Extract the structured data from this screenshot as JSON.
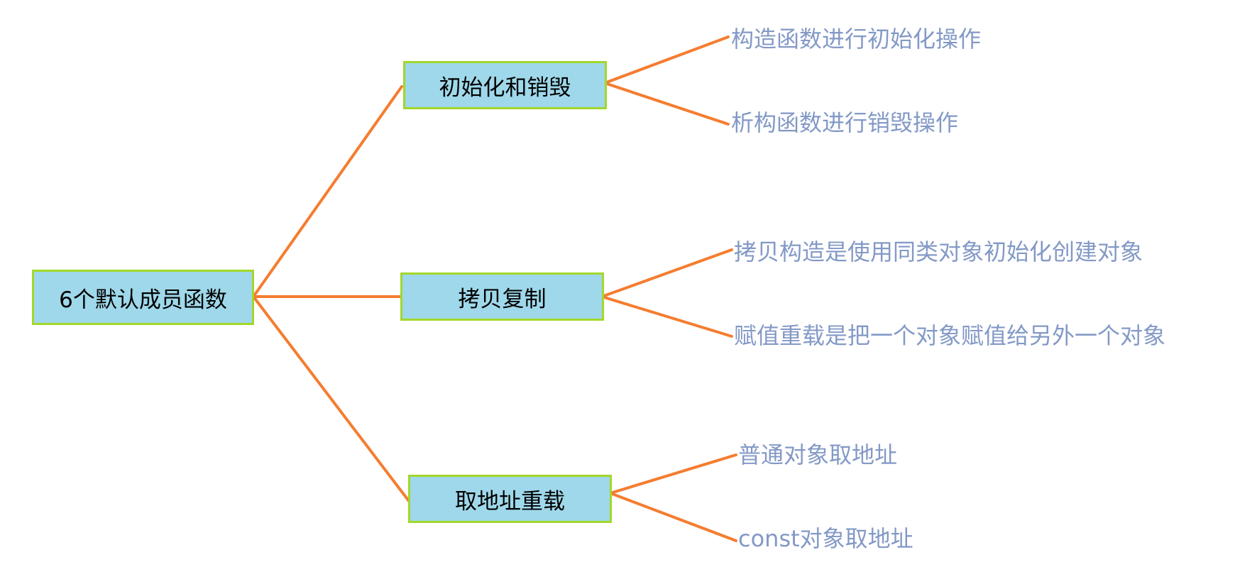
{
  "colors": {
    "edge": "#f47d30",
    "node_fill": "#9fd8ea",
    "node_border": "#a2d82a",
    "leaf_text": "#8399c6"
  },
  "root": {
    "label": "6个默认成员函数"
  },
  "branches": [
    {
      "label": "初始化和销毁",
      "leaves": [
        "构造函数进行初始化操作",
        "析构函数进行销毁操作"
      ]
    },
    {
      "label": "拷贝复制",
      "leaves": [
        "拷贝构造是使用同类对象初始化创建对象",
        "赋值重载是把一个对象赋值给另外一个对象"
      ]
    },
    {
      "label": "取地址重载",
      "leaves": [
        "普通对象取地址",
        "const对象取地址"
      ]
    }
  ]
}
